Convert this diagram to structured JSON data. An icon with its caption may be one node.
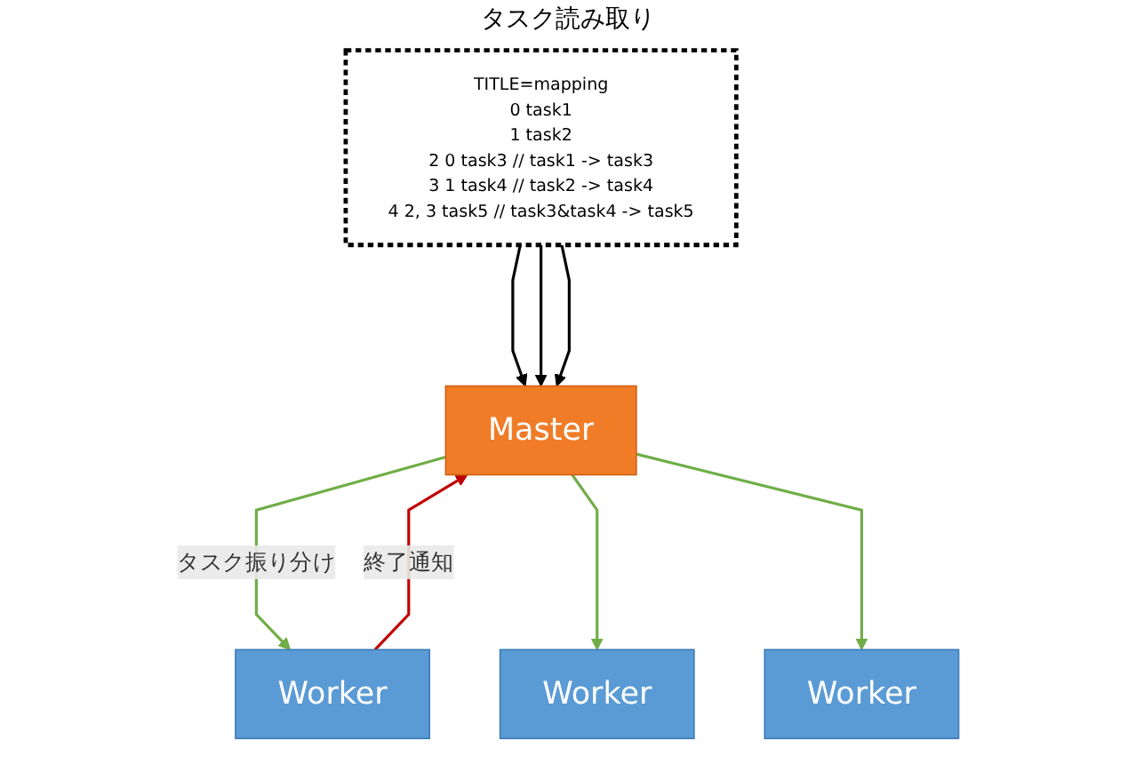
{
  "diagram": {
    "nodes": [
      {
        "text": [
          "Master"
        ]
      },
      {
        "text": [
          "TITLE=mapping",
          "0 task1",
          "1 task2",
          "2 0 task3 // task1 -> task3",
          "3 1 task4 // task2 -> task4",
          "4 2, 3 task5 // task3&task4 -> task5"
        ]
      },
      {
        "text": [
          "Worker"
        ]
      },
      {
        "text": [
          "Worker"
        ]
      },
      {
        "text": [
          "Worker"
        ]
      }
    ],
    "edges": [
      {
        "from": 1,
        "to": 0,
        "arrow": "to",
        "color": "#000000"
      },
      {
        "from": 1,
        "to": 0,
        "arrow": "to",
        "color": "#000000"
      },
      {
        "from": 1,
        "to": 0,
        "arrow": "to",
        "color": "#000000"
      },
      {
        "from": 2,
        "to": 0,
        "arrow": "to",
        "label": "終了通知",
        "color": "#c00000"
      },
      {
        "from": 0,
        "to": 2,
        "arrow": "to",
        "label": "タスク振り分け",
        "color": "#70ad47"
      },
      {
        "from": 0,
        "to": 3,
        "arrow": "to",
        "color": "#70ad47"
      },
      {
        "from": 0,
        "to": 4,
        "arrow": "to",
        "color": "#70ad47"
      }
    ],
    "labels": [
      "タスク読み取り"
    ]
  }
}
